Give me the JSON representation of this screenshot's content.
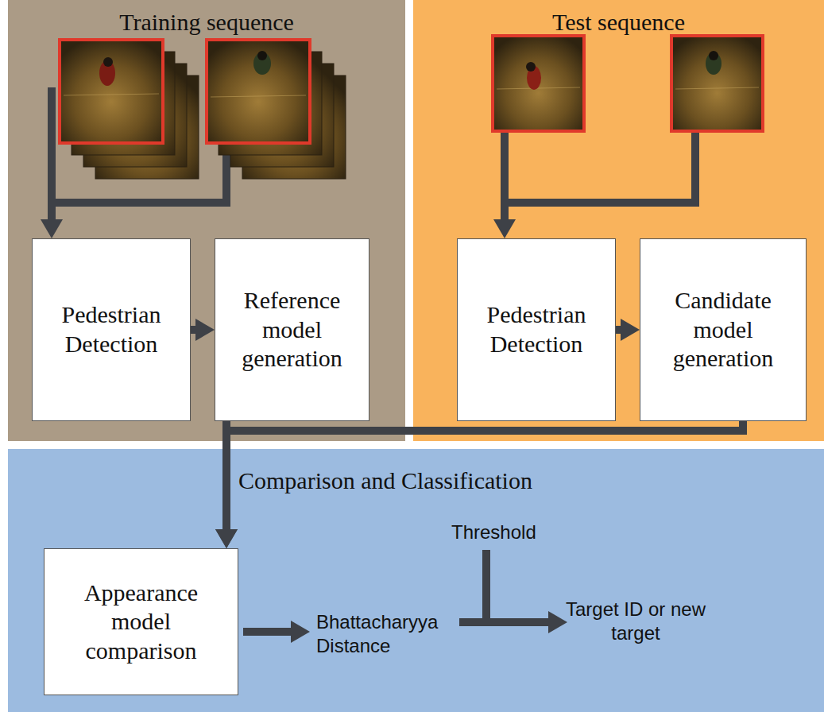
{
  "diagram": {
    "nodes": [
      {
        "text": [
          "Training sequence"
        ]
      },
      {
        "text": [
          "Pedestrian Detection"
        ],
        "in": 0
      },
      {
        "text": [
          "Reference model generation"
        ],
        "in": 0
      },
      {
        "text": [
          "Test sequence"
        ]
      },
      {
        "text": [
          "Pedestrian Detection"
        ],
        "in": 3
      },
      {
        "text": [
          "Candidate model generation"
        ],
        "in": 3
      },
      {
        "text": [
          "Comparison and Classification"
        ]
      },
      {
        "text": [
          "Appearance model comparison"
        ],
        "in": 6
      }
    ],
    "edges": [
      {
        "from": 1,
        "to": 2,
        "arrow": "to"
      },
      {
        "from": 4,
        "to": 5,
        "arrow": "to"
      },
      {
        "from": 2,
        "to": 7,
        "arrow": "to"
      },
      {
        "from": 5,
        "to": 7,
        "arrow": "to"
      }
    ],
    "labels": [
      "Bhattacharyya Distance",
      "Threshold",
      "Target ID or new target"
    ]
  }
}
